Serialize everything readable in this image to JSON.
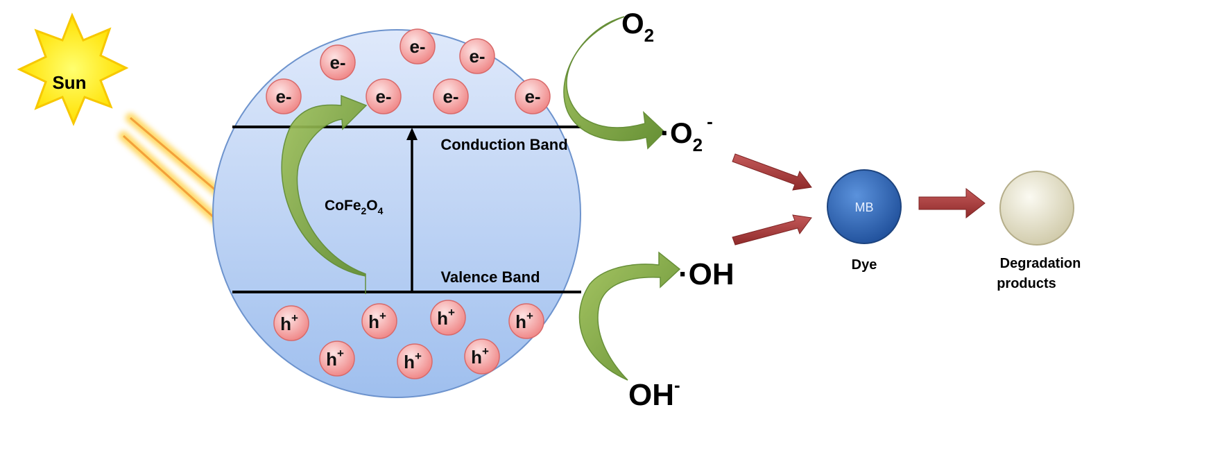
{
  "sun": {
    "label": "Sun"
  },
  "semiconductor": {
    "material_base": "CoFe",
    "material_sub1": "2",
    "material_mid": "O",
    "material_sub2": "4",
    "conduction_band_label": "Conduction Band",
    "valence_band_label": "Valence Band"
  },
  "particles": {
    "electron_label": "e-",
    "hole_base": "h",
    "hole_sup": "+"
  },
  "species": {
    "o2_base": "O",
    "o2_sub": "2",
    "superoxide_base": "·O",
    "superoxide_sub": "2",
    "superoxide_sup": "-",
    "hydroxyl_radical": "·OH",
    "hydroxide_base": "OH",
    "hydroxide_sup": "-"
  },
  "dye": {
    "inner_label": "MB",
    "caption": "Dye"
  },
  "products": {
    "caption_line1": "Degradation",
    "caption_line2": "products"
  },
  "colors": {
    "sphere_top": "#dbe8fb",
    "sphere_bottom": "#a6c3ef",
    "sphere_stroke": "#6f95cf",
    "particle_fill": "#f4a8a8",
    "green_arrow": "#7aa63a",
    "red_arrow": "#a63a3a",
    "dye_blue": "#2f67b8",
    "product_cream": "#ece8d2",
    "sun_yellow": "#ffee00"
  }
}
